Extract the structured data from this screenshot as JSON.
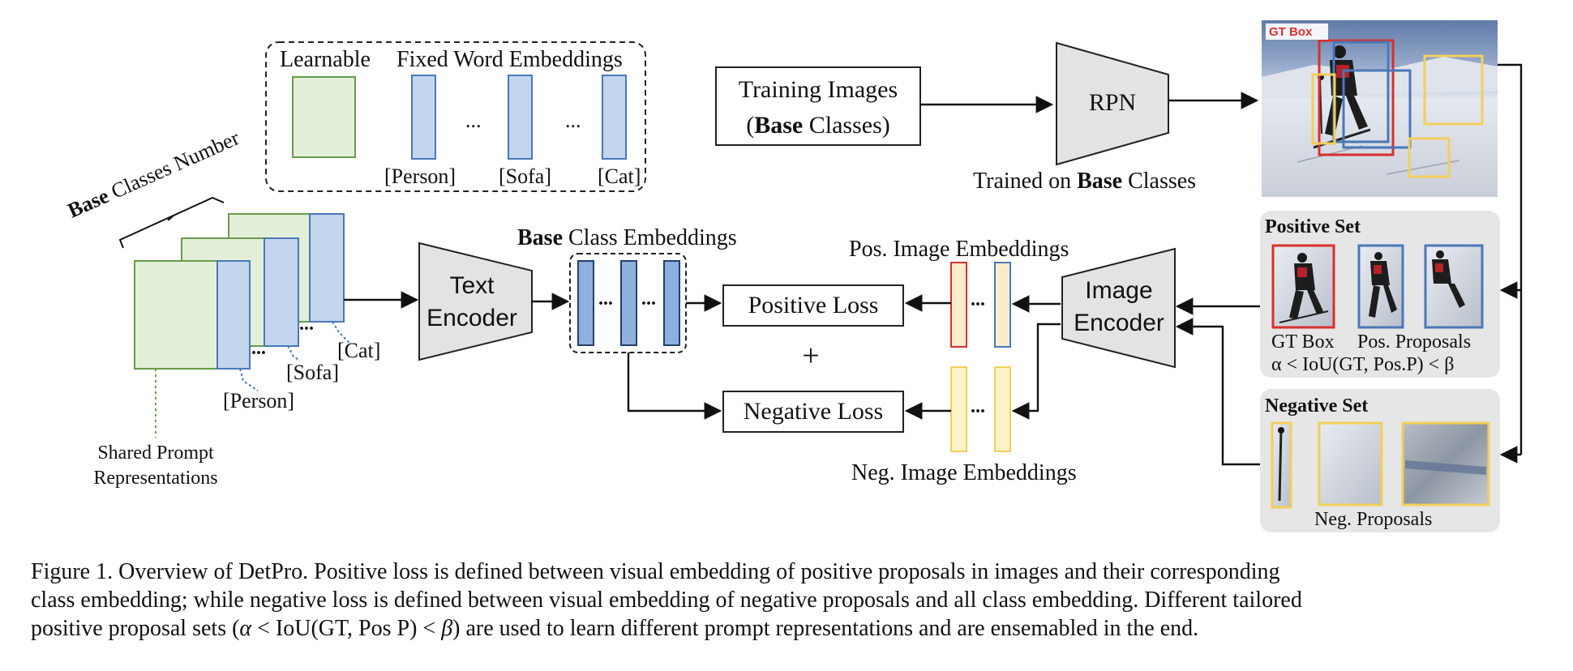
{
  "prompt_box": {
    "learnable_label": "Learnable",
    "fixed_label": "Fixed Word Embeddings",
    "ellipsis": "...",
    "tokens": [
      "[Person]",
      "[Sofa]",
      "[Cat]"
    ]
  },
  "stack": {
    "base_word": "Base",
    "classes_number": "Classes Number",
    "tokens": [
      "[Person]",
      "[Sofa]",
      "[Cat]"
    ],
    "ellipsis": "...",
    "shared_line1": "Shared Prompt",
    "shared_line2": "Representations"
  },
  "text_encoder": {
    "line1": "Text",
    "line2": "Encoder"
  },
  "class_emb": {
    "base_word": "Base",
    "rest": "Class Embeddings",
    "ellipsis": "..."
  },
  "training": {
    "line1": "Training Images",
    "paren_open": "(",
    "base_word": "Base",
    "line2_rest": "Classes)"
  },
  "rpn": {
    "label": "RPN",
    "trained_prefix": "Trained on",
    "base_word": "Base",
    "trained_suffix": "Classes"
  },
  "photo": {
    "gt_tag": "GT Box"
  },
  "positive_set": {
    "title": "Positive Set",
    "gt_label": "GT Box",
    "pos_label": "Pos. Proposals",
    "iou_text": "α < IoU(GT, Pos.P) < β"
  },
  "negative_set": {
    "title": "Negative Set",
    "neg_label": "Neg. Proposals"
  },
  "losses": {
    "positive": "Positive Loss",
    "negative": "Negative Loss",
    "plus": "+"
  },
  "embeddings": {
    "pos": "Pos. Image Embeddings",
    "neg": "Neg. Image Embeddings",
    "ellipsis": "..."
  },
  "image_encoder": {
    "line1": "Image",
    "line2": "Encoder"
  },
  "colors": {
    "green_fill": "#e2efd9",
    "green_stroke": "#6a9a4a",
    "blue_fill": "#c3d6ee",
    "blue_stroke": "#4a78b8",
    "dark_blue_fill": "#8fb0dc",
    "red": "#d9302c",
    "yellow": "#f2cf5b",
    "encoder_fill": "#e3e3e3",
    "panel_fill": "#e6e6e6"
  },
  "caption": {
    "line1": "Figure 1. Overview of DetPro. Positive loss is defined between visual embedding of positive proposals in images and their corresponding",
    "line2": "class embedding; while negative loss is defined between visual embedding of negative proposals and all class embedding. Different tailored",
    "line3_a": "positive proposal sets (",
    "alpha": "α",
    "lt": " < IoU(GT, Pos P) < ",
    "beta": "β",
    "line3_b": ") are used to learn different prompt representations and are ensemabled in the end."
  }
}
